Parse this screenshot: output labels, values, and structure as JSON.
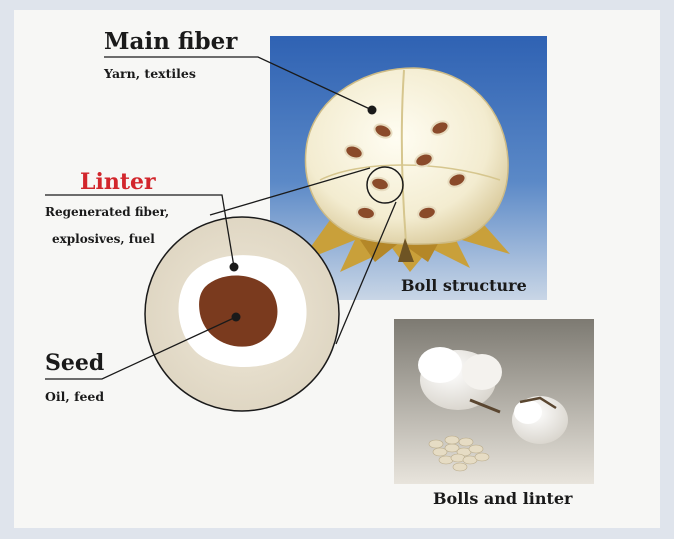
{
  "labels": {
    "main_fiber": {
      "title": "Main fiber",
      "uses": "Yarn, textiles"
    },
    "linter": {
      "title": "Linter",
      "uses_line1": "Regenerated fiber,",
      "uses_line2": "explosives, fuel"
    },
    "seed": {
      "title": "Seed",
      "uses": "Oil, feed"
    }
  },
  "captions": {
    "boll_structure": "Boll structure",
    "bolls_and_linter": "Bolls and linter"
  },
  "colors": {
    "linter_title": "#d2262c",
    "background": "#dfe4ec",
    "panel": "#f7f7f5",
    "sky_blue": "#3e6fb8",
    "seed_brown": "#7a3a1e"
  }
}
